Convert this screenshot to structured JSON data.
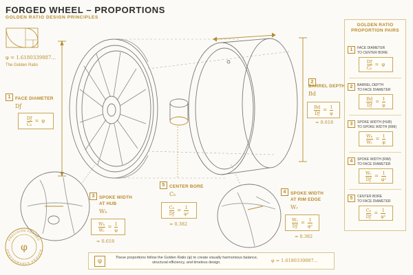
{
  "header": {
    "title": "FORGED WHEEL – PROPORTIONS",
    "subtitle": "GOLDEN RATIO DESIGN PRINCIPLES"
  },
  "golden": {
    "phi_value": "φ = 1.6180339887...",
    "caption": "The Golden Ratio"
  },
  "callouts": {
    "face": {
      "num": "1",
      "label": "FACE DIAMETER",
      "symbol": "Dƒ",
      "num_top": "Dƒ",
      "den_top": "Cₕ",
      "rhs": "φ"
    },
    "barrel": {
      "num": "2",
      "label": "BARREL DEPTH",
      "symbol": "Bd",
      "f_num": "Bd",
      "f_den": "Dƒ",
      "r_num": "1",
      "r_den": "φ",
      "approx": "≈ 0.618"
    },
    "spoke_hub": {
      "num": "3",
      "label_1": "SPOKE WIDTH",
      "label_2": "AT HUB",
      "symbol": "Wₕ",
      "f_num": "Wₕ",
      "f_den": "Wᵣ",
      "r_num": "1",
      "r_den": "φ",
      "approx": "≈ 0.618"
    },
    "center_bore": {
      "num": "5",
      "label": "CENTER BORE",
      "symbol": "Cₕ",
      "f_num": "Cₕ",
      "f_den": "Dƒ",
      "r_num": "1",
      "r_den": "φ²",
      "approx": "≈ 0.382"
    },
    "spoke_rim": {
      "num": "4",
      "label_1": "SPOKE WIDTH",
      "label_2": "AT RIM EDGE",
      "symbol": "Wᵣ",
      "f_num": "Wᵣ",
      "f_den": "Dƒ",
      "r_num": "1",
      "r_den": "φ²",
      "approx": "≈ 0.382"
    }
  },
  "panel": {
    "title_1": "GOLDEN RATIO",
    "title_2": "PROPORTION PAIRS",
    "items": [
      {
        "num": "1",
        "line1": "FACE DIAMETER",
        "line2": "TO CENTER BORE",
        "f_num": "Dƒ",
        "f_den": "Cₕ",
        "rhs": "φ",
        "r_num": "",
        "r_den": ""
      },
      {
        "num": "2",
        "line1": "BARREL DEPTH",
        "line2": "TO FACE DIAMETER",
        "f_num": "Bd",
        "f_den": "Dƒ",
        "rhs": "",
        "r_num": "1",
        "r_den": "φ"
      },
      {
        "num": "3",
        "line1": "SPOKE WIDTH (HUB)",
        "line2": "TO SPOKE WIDTH (RIM)",
        "f_num": "Wₕ",
        "f_den": "Wᵣ",
        "rhs": "",
        "r_num": "1",
        "r_den": "φ"
      },
      {
        "num": "4",
        "line1": "SPOKE WIDTH (RIM)",
        "line2": "TO FACE DIAMETER",
        "f_num": "Wᵣ",
        "f_den": "Dƒ",
        "rhs": "",
        "r_num": "1",
        "r_den": "φ²"
      },
      {
        "num": "5",
        "line1": "CENTER BORE",
        "line2": "TO FACE DIAMETER",
        "f_num": "Cₕ",
        "f_den": "Dƒ",
        "rhs": "",
        "r_num": "1",
        "r_den": "φ²"
      }
    ]
  },
  "footer": {
    "text": "These proportions follow the Golden Ratio (φ) to create visually harmonious balance, structural efficiency, and timeless design.",
    "phi_value": "φ = 1.6180339887...",
    "icon": "φ"
  },
  "seal": {
    "top_text": "PRECISION FORGED",
    "bottom_text": "PERFORMANCE PROVEN",
    "glyph": "φ"
  },
  "colors": {
    "accent": "#b88a2a",
    "line": "#888888",
    "background": "#fbfaf6"
  }
}
